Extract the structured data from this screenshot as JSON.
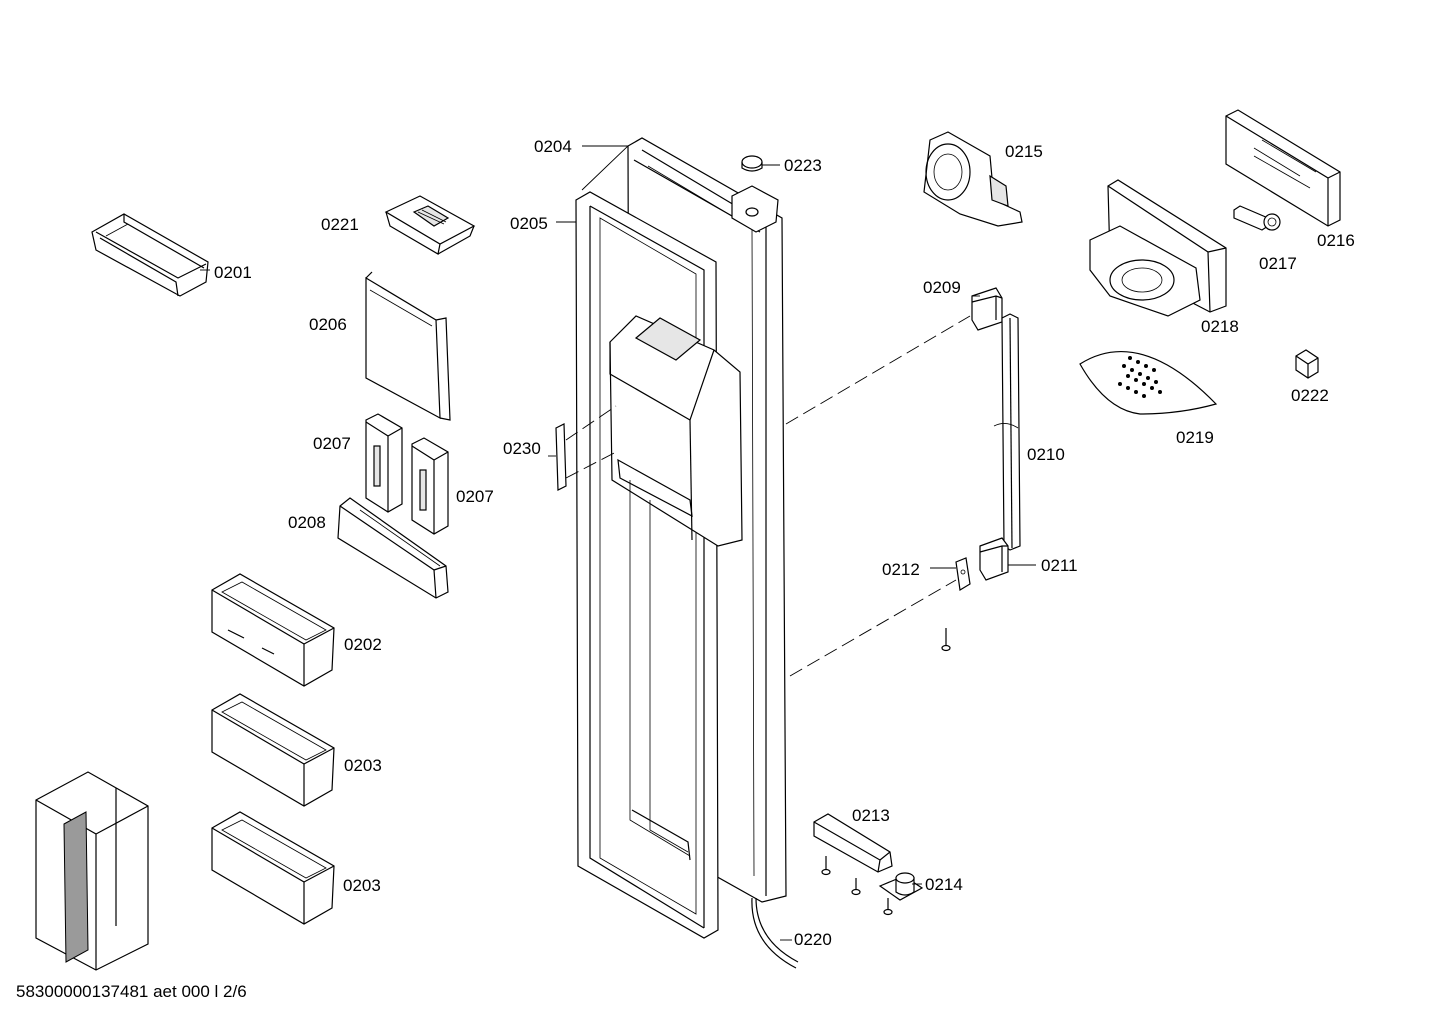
{
  "footer": {
    "document_code": "58300000137481 aet 000 l 2/6"
  },
  "parts": {
    "p0201": "0201",
    "p0202": "0202",
    "p0203a": "0203",
    "p0203b": "0203",
    "p0204": "0204",
    "p0205": "0205",
    "p0206": "0206",
    "p0207a": "0207",
    "p0207b": "0207",
    "p0208": "0208",
    "p0209": "0209",
    "p0210": "0210",
    "p0211": "0211",
    "p0212": "0212",
    "p0213": "0213",
    "p0214": "0214",
    "p0215": "0215",
    "p0216": "0216",
    "p0217": "0217",
    "p0218": "0218",
    "p0219": "0219",
    "p0220": "0220",
    "p0221": "0221",
    "p0222": "0222",
    "p0223": "0223",
    "p0230": "0230"
  }
}
